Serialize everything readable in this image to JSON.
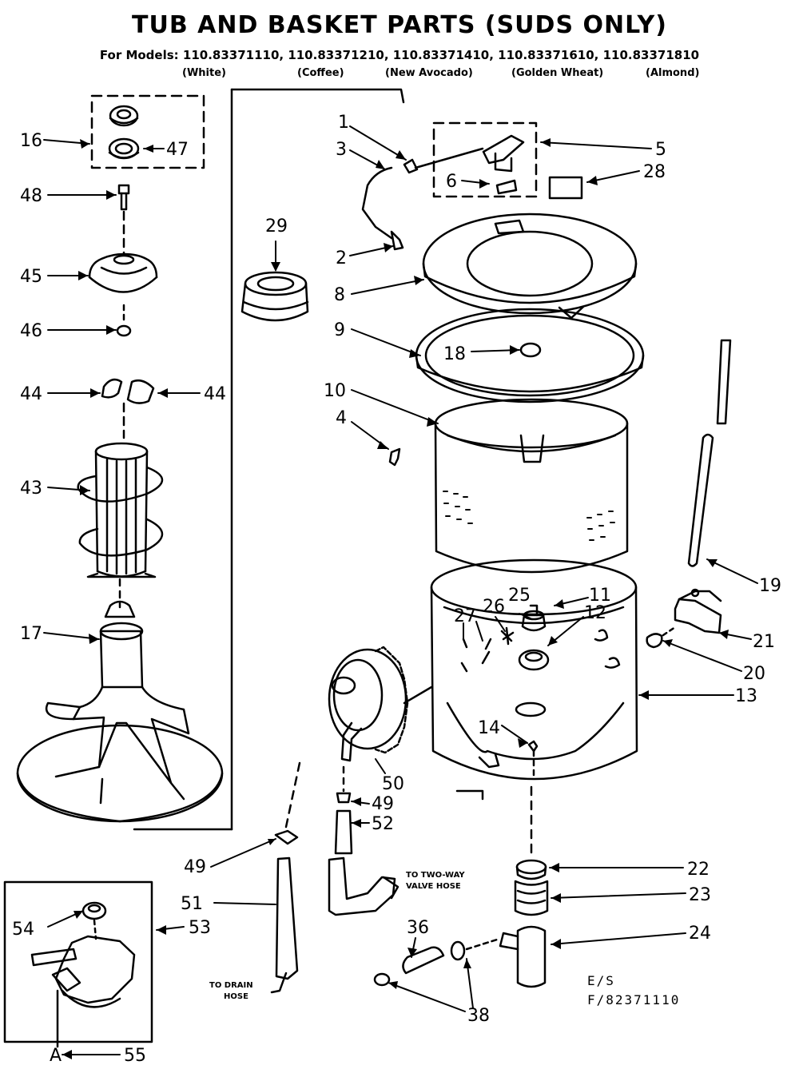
{
  "title": "TUB AND BASKET PARTS (SUDS ONLY)",
  "models_line": "For Models: 110.83371110, 110.83371210, 110.83371410, 110.83371610, 110.83371810",
  "colors": [
    "(White)",
    "(Coffee)",
    "(New Avocado)",
    "(Golden Wheat)",
    "(Almond)"
  ],
  "callouts": [
    "1",
    "2",
    "3",
    "4",
    "5",
    "6",
    "8",
    "9",
    "10",
    "11",
    "12",
    "13",
    "14",
    "16",
    "17",
    "18",
    "19",
    "20",
    "21",
    "22",
    "23",
    "24",
    "25",
    "26",
    "27",
    "28",
    "29",
    "36",
    "38",
    "43",
    "44",
    "44",
    "45",
    "46",
    "47",
    "48",
    "49",
    "49",
    "50",
    "51",
    "52",
    "53",
    "54",
    "55",
    "A"
  ],
  "notes": {
    "two_way": [
      "TO TWO-WAY",
      "VALVE HOSE"
    ],
    "drain": [
      "TO DRAIN",
      "HOSE"
    ]
  },
  "code": [
    "E/S",
    "F/82371110"
  ]
}
